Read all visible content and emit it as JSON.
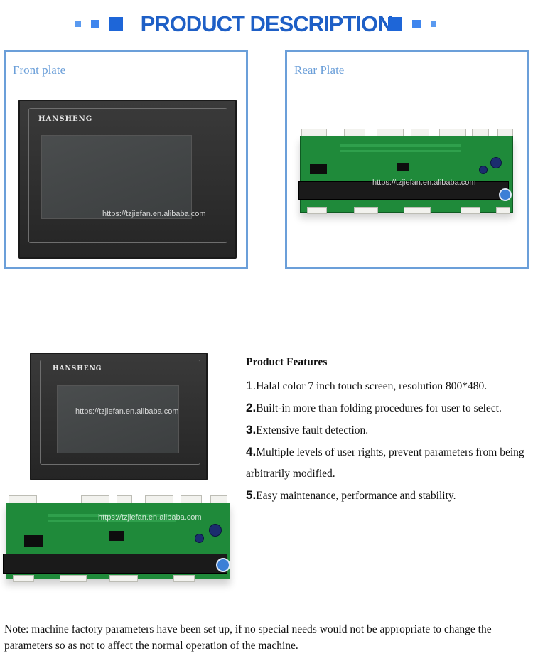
{
  "header": {
    "title": "PRODUCT DESCRIPTION"
  },
  "front_plate": {
    "label": "Front plate",
    "brand": "HANSHENG",
    "watermark": "https://tzjiefan.en.alibaba.com"
  },
  "rear_plate": {
    "label": "Rear Plate",
    "watermark": "https://tzjiefan.en.alibaba.com"
  },
  "lower_images": {
    "brand": "HANSHENG",
    "hmi_watermark": "https://tzjiefan.en.alibaba.com",
    "pcb_watermark": "https://tzjiefan.en.alibaba.com"
  },
  "features": {
    "heading": "Product Features",
    "items": [
      {
        "num": "1.",
        "text": "Halal color 7 inch touch screen, resolution 800*480."
      },
      {
        "num": "2.",
        "text": "Built-in more than folding procedures for user to select."
      },
      {
        "num": "3.",
        "text": "Extensive fault detection."
      },
      {
        "num": "4.",
        "text": "Multiple levels of user rights, prevent parameters from being arbitrarily modified."
      },
      {
        "num": "5.",
        "text": "Easy maintenance, performance and stability."
      }
    ]
  },
  "note": "Note: machine factory parameters have been set up, if no special needs would not be appropriate to change the parameters so as not to affect the normal operation of the machine.",
  "colors": {
    "title_blue": "#1e5fc6",
    "frame_blue": "#6b9fd9",
    "pcb_green": "#1f8a3a",
    "panel_dark": "#2e2e2e"
  }
}
